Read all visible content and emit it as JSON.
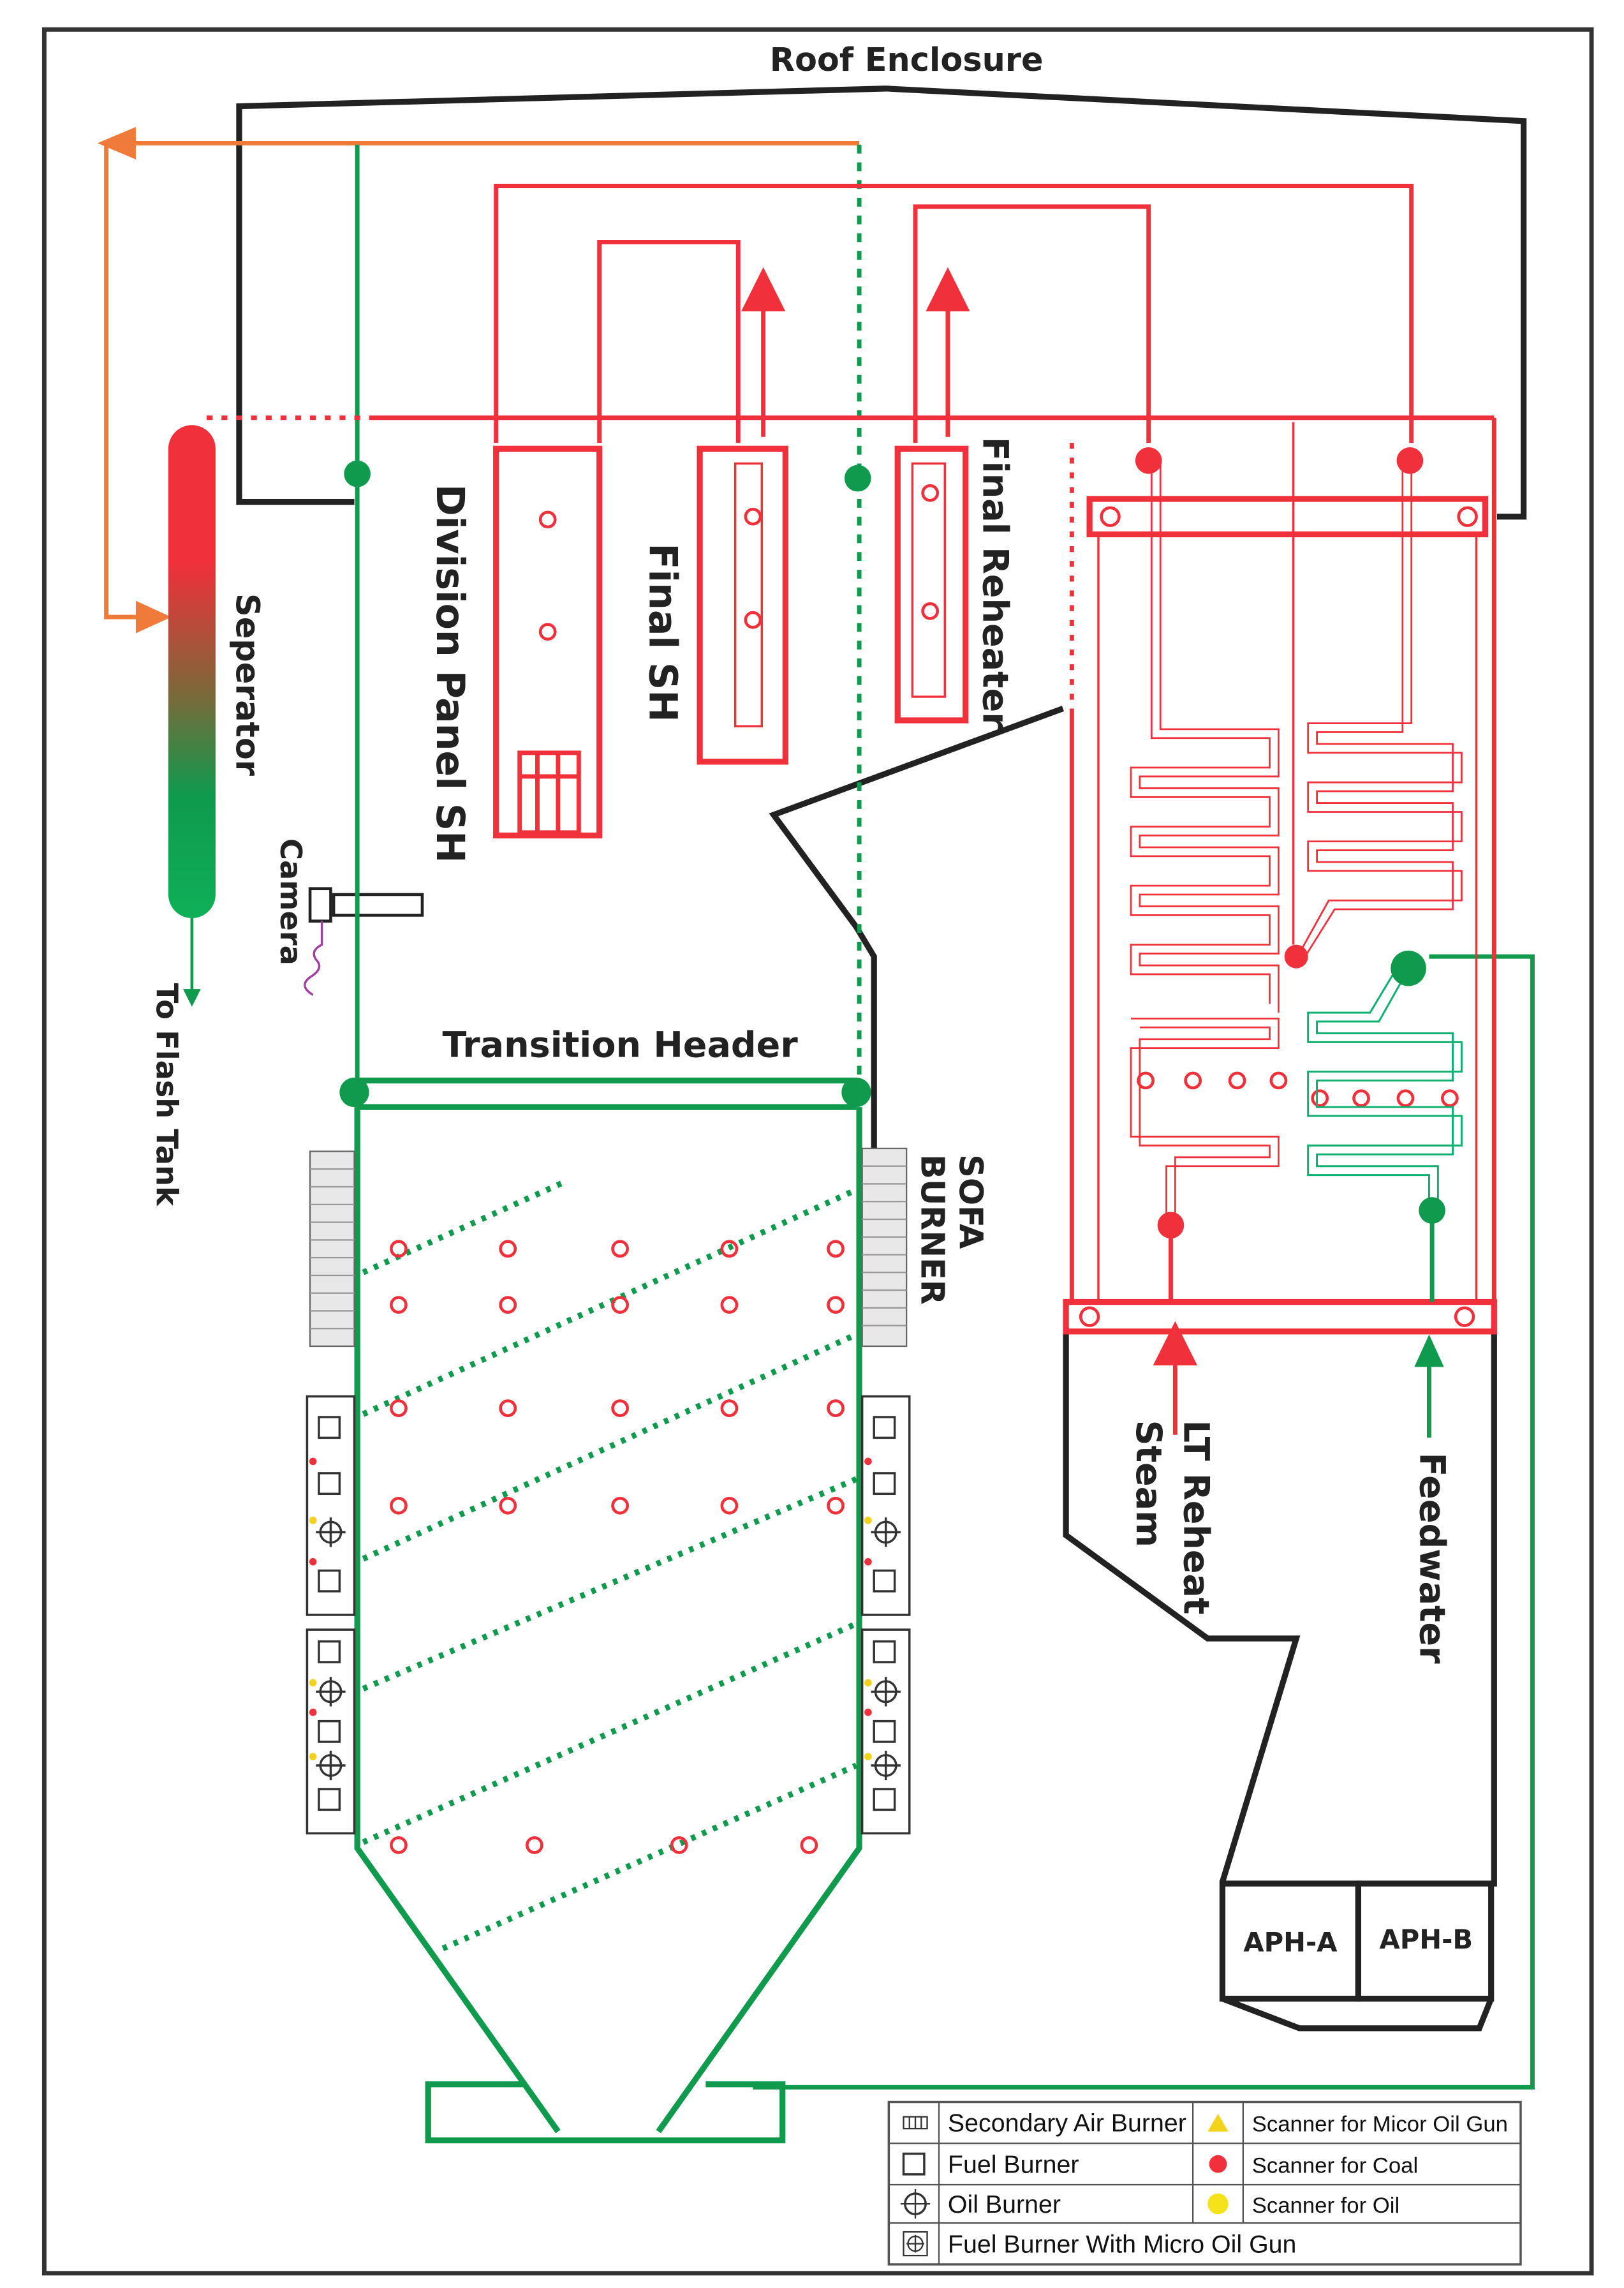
{
  "labels": {
    "roof_enclosure": "Roof Enclosure",
    "division_panel_sh": "Division Panel SH",
    "final_sh": "Final SH",
    "final_reheater": "Final Reheater",
    "seperator": "Seperator",
    "camera": "Camera",
    "to_flash_tank": "To Flash Tank",
    "transition_header": "Transition Header",
    "sofa_burner_line1": "SOFA",
    "sofa_burner_line2": "BURNER",
    "lt_reheat_line1": "LT Reheat",
    "lt_reheat_line2": "Steam",
    "feedwater": "Feedwater",
    "aph_a": "APH-A",
    "aph_b": "APH-B"
  },
  "legend": {
    "secondary_air_burner": "Secondary Air Burner",
    "fuel_burner": "Fuel Burner",
    "oil_burner": "Oil Burner",
    "fuel_burner_micro_oil": "Fuel Burner With Micro Oil Gun",
    "scanner_micro_oil": "Scanner for Micor Oil Gun",
    "scanner_coal": "Scanner for Coal",
    "scanner_oil": "Scanner for Oil"
  },
  "colors": {
    "steam_red": "#f0303a",
    "water_green": "#0f9a4e",
    "return_orange": "#f07a3a",
    "structure_black": "#222222",
    "scanner_micro_oil_yellow": "#f2d21b",
    "scanner_oil_yellow": "#f5e21b"
  }
}
